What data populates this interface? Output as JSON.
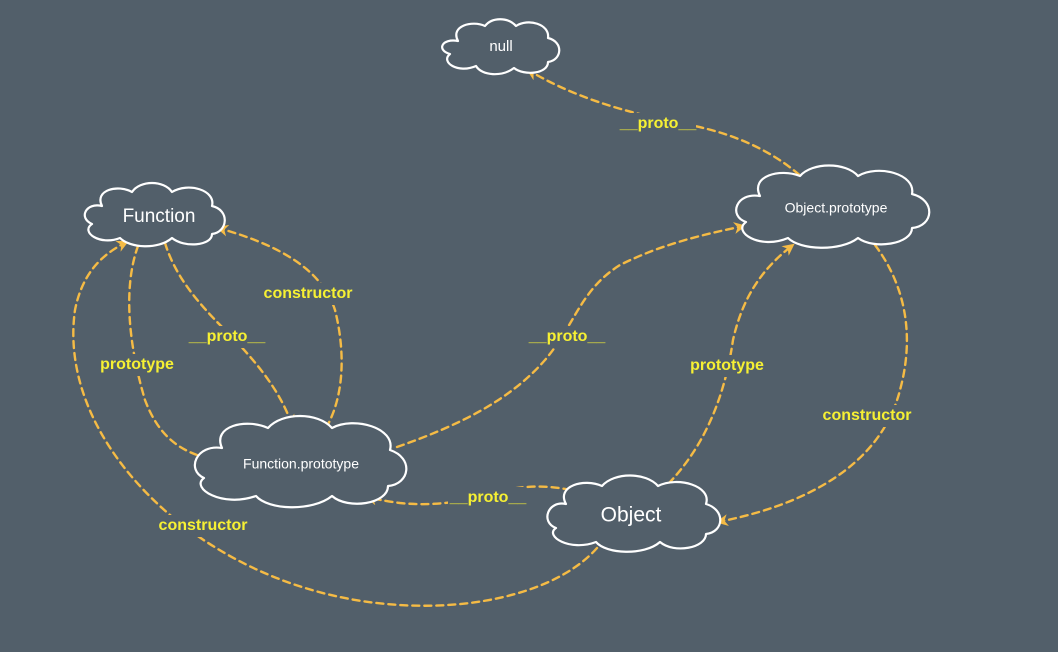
{
  "diagram": {
    "colors": {
      "background": "#525f6a",
      "node_outline": "#ffffff",
      "node_text": "#ffffff",
      "edge": "#f5bb45",
      "edge_label": "#f6f033"
    },
    "nodes": {
      "null": "null",
      "function": "Function",
      "object_prototype": "Object.prototype",
      "function_prototype": "Function.prototype",
      "object": "Object"
    },
    "edges": [
      {
        "from": "Object.prototype",
        "to": "null",
        "label": "__proto__"
      },
      {
        "from": "Function",
        "to": "Function.prototype",
        "label": "__proto__"
      },
      {
        "from": "Function",
        "to": "Function.prototype",
        "label": "prototype"
      },
      {
        "from": "Function.prototype",
        "to": "Function",
        "label": "constructor"
      },
      {
        "from": "Function.prototype",
        "to": "Object.prototype",
        "label": "__proto__"
      },
      {
        "from": "Object",
        "to": "Object.prototype",
        "label": "prototype"
      },
      {
        "from": "Object.prototype",
        "to": "Object",
        "label": "constructor"
      },
      {
        "from": "Object",
        "to": "Function.prototype",
        "label": "__proto__"
      },
      {
        "from": "Object",
        "to": "Function",
        "label": "constructor"
      }
    ]
  }
}
